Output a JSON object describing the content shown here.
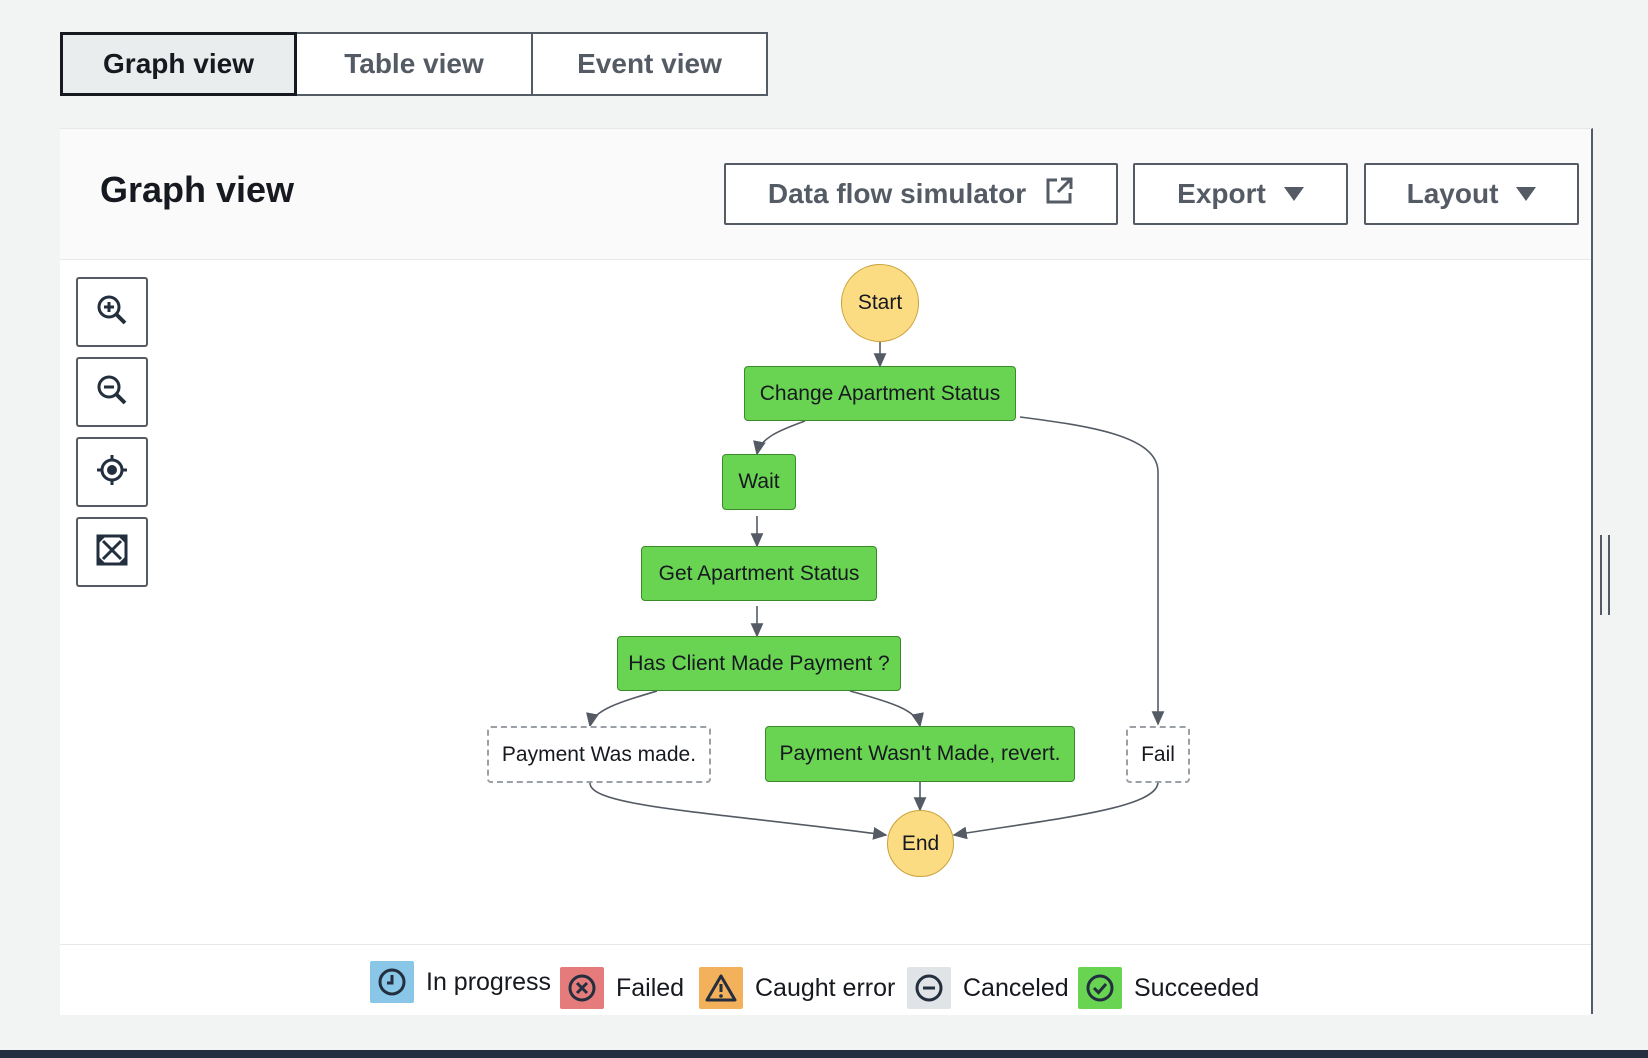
{
  "tabs": [
    {
      "label": "Graph view",
      "active": true
    },
    {
      "label": "Table view",
      "active": false
    },
    {
      "label": "Event view",
      "active": false
    }
  ],
  "panel": {
    "title": "Graph view",
    "buttons": {
      "simulator": "Data flow simulator",
      "export": "Export",
      "layout": "Layout"
    }
  },
  "zoom_controls": [
    "zoom-in-icon",
    "zoom-out-icon",
    "center-icon",
    "fit-to-screen-icon"
  ],
  "graph": {
    "start": "Start",
    "end": "End",
    "states": {
      "change_status": "Change Apartment Status",
      "wait": "Wait",
      "get_status": "Get Apartment Status",
      "choice": "Has Client Made Payment ?",
      "payment_made": "Payment Was made.",
      "revert": "Payment Wasn't Made, revert.",
      "fail": "Fail"
    }
  },
  "legend": [
    {
      "label": "In progress",
      "color": "#89c6e8",
      "icon": "clock-icon"
    },
    {
      "label": "Failed",
      "color": "#e57b7b",
      "icon": "x-circle-icon"
    },
    {
      "label": "Caught error",
      "color": "#f4b15c",
      "icon": "warning-icon"
    },
    {
      "label": "Canceled",
      "color": "#e1e4e6",
      "icon": "minus-circle-icon"
    },
    {
      "label": "Succeeded",
      "color": "#69d352",
      "icon": "check-circle-icon"
    }
  ],
  "colors": {
    "success": "#69d352",
    "terminal": "#fcdc83",
    "border": "#545b64"
  }
}
